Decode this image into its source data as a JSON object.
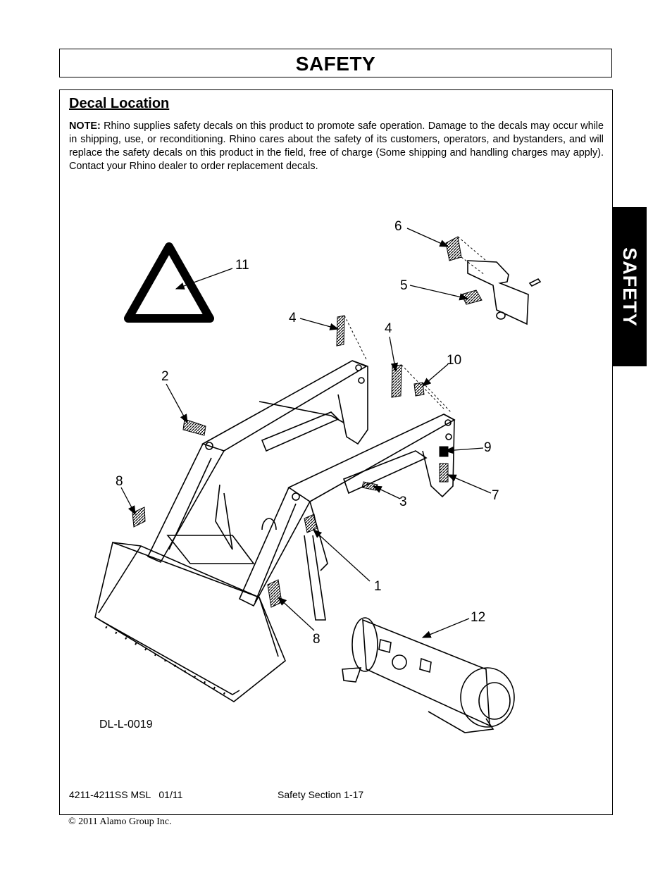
{
  "header": {
    "title": "SAFETY"
  },
  "side_tab": {
    "label": "SAFETY"
  },
  "section": {
    "title": "Decal Location",
    "note_label": "NOTE:",
    "note_text": "Rhino supplies safety decals on this product to promote safe operation. Damage to the decals may occur while in shipping, use, or reconditioning. Rhino cares about the safety of its customers, operators, and bystanders, and will replace the safety decals on this product in the field, free of charge (Some shipping and handling charges may apply). Contact your Rhino dealer to order replacement decals."
  },
  "figure": {
    "id": "DL-L-0019",
    "callouts": {
      "c1": "1",
      "c2": "2",
      "c3": "3",
      "c4a": "4",
      "c4b": "4",
      "c5": "5",
      "c6": "6",
      "c7": "7",
      "c8a": "8",
      "c8b": "8",
      "c9": "9",
      "c10": "10",
      "c11": "11",
      "c12": "12"
    }
  },
  "footer": {
    "doc_id": "4211-4211SS MSL   01/11",
    "section_page": "Safety Section 1-17",
    "copyright": "© 2011 Alamo Group Inc."
  }
}
